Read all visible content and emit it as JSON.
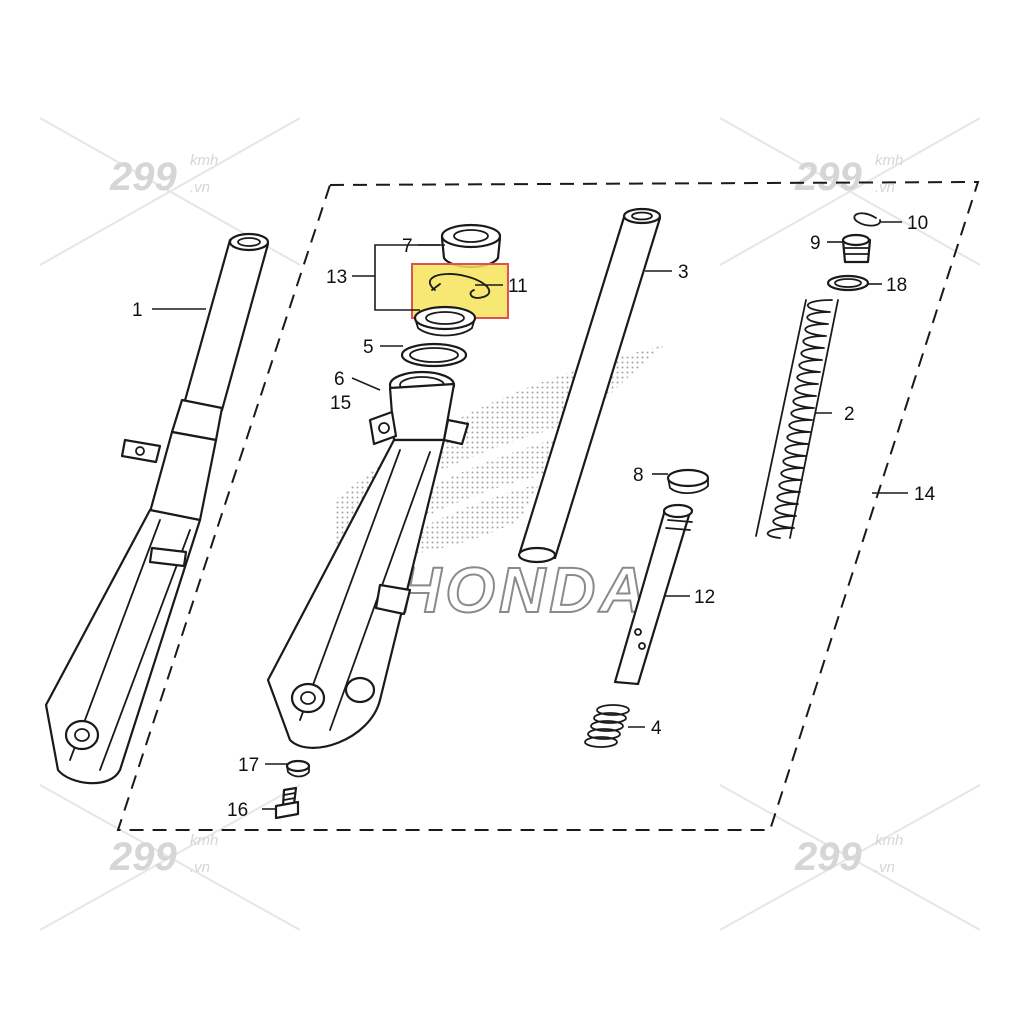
{
  "diagram": {
    "brand_mark": "HONDA",
    "watermarks": [
      {
        "number": "299",
        "unit": "kmh",
        "domain": ".vn"
      },
      {
        "number": "299",
        "unit": "kmh",
        "domain": ".vn"
      },
      {
        "number": "299",
        "unit": "kmh",
        "domain": ".vn"
      },
      {
        "number": "299",
        "unit": "kmh",
        "domain": ".vn"
      }
    ],
    "highlighted_part": "11",
    "highlight_color": "#f5e45a",
    "highlight_border": "#e05050",
    "callouts": {
      "p1": "1",
      "p2": "2",
      "p3": "3",
      "p4": "4",
      "p5": "5",
      "p6": "6",
      "p7": "7",
      "p8": "8",
      "p9": "9",
      "p10": "10",
      "p11": "11",
      "p12": "12",
      "p13": "13",
      "p14": "14",
      "p15": "15",
      "p16": "16",
      "p17": "17",
      "p18": "18"
    },
    "icons": [
      "fork-pipe-icon",
      "fork-spring-icon",
      "fork-slider-icon",
      "oil-seal-icon",
      "bolt-icon"
    ]
  }
}
